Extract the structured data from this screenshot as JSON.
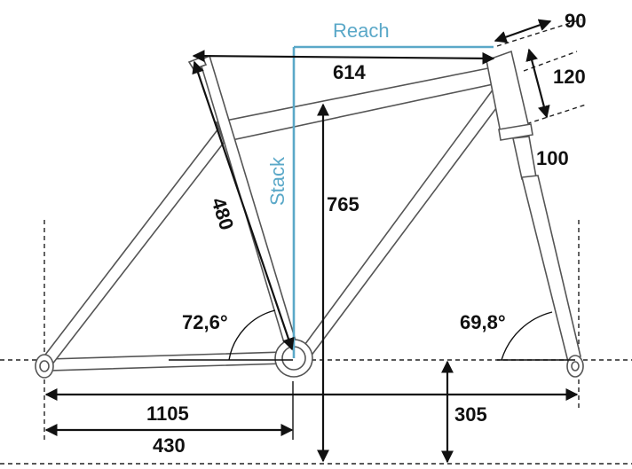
{
  "labels": {
    "reach": "Reach",
    "stack": "Stack",
    "head_tube_extension": "90",
    "head_tube_length": "120",
    "top_tube": "614",
    "fork_length": "100",
    "stack_value": "765",
    "seat_tube": "480",
    "seat_angle": "72,6°",
    "head_angle": "69,8°",
    "wheelbase": "1105",
    "chainstay": "430",
    "bb_drop": "305"
  },
  "colors": {
    "frame": "#555555",
    "dimension": "#111111",
    "stack_reach": "#5aa8c8"
  }
}
